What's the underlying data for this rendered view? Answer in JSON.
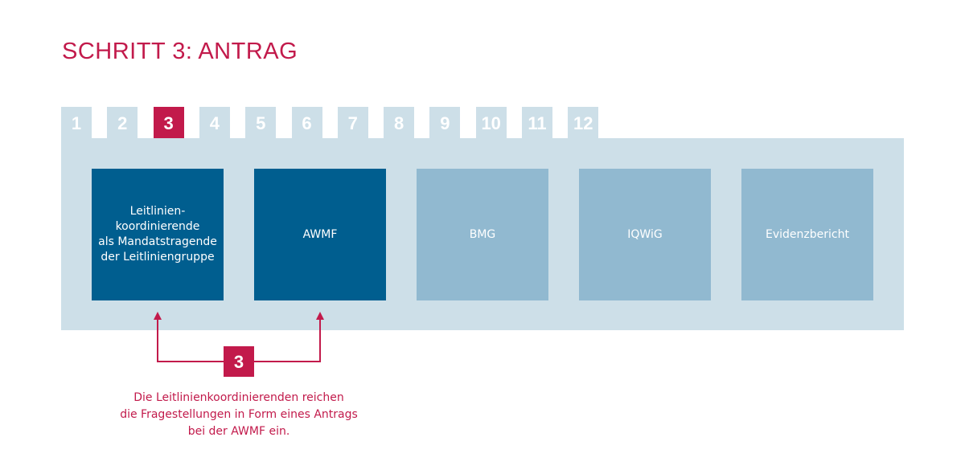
{
  "title": "SCHRITT 3: ANTRAG",
  "steps": [
    "1",
    "2",
    "3",
    "4",
    "5",
    "6",
    "7",
    "8",
    "9",
    "10",
    "11",
    "12"
  ],
  "active_step": 3,
  "boxes": [
    {
      "label": "Leitlinien-\nkoordinierende\nals Mandatstragende\nder Leitliniengruppe",
      "state": "active"
    },
    {
      "label": "AWMF",
      "state": "active"
    },
    {
      "label": "BMG",
      "state": "inactive"
    },
    {
      "label": "IQWiG",
      "state": "inactive"
    },
    {
      "label": "Evidenzbericht",
      "state": "inactive"
    }
  ],
  "connector": {
    "label": "3",
    "description": "Die Leitlinienkoordinierenden reichen\ndie Fragestellungen in Form eines Antrags\nbei der AWMF ein."
  },
  "colors": {
    "accent": "#c21a4b",
    "dark": "#005e8f",
    "light": "#91b9d0",
    "panel": "#cddfe8"
  }
}
